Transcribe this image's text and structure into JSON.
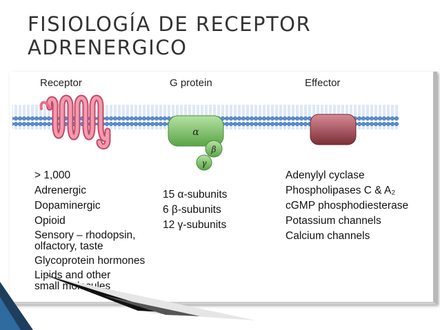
{
  "title": {
    "line1": "FISIOLOGÍA DE RECEPTOR",
    "line2": "ADRENERGICO"
  },
  "diagram": {
    "headers": {
      "receptor": "Receptor",
      "g_protein": "G protein",
      "effector": "Effector"
    },
    "g_protein_subunit_labels": {
      "alpha": "α",
      "beta": "β",
      "gamma": "γ"
    },
    "receptor_list": [
      "> 1,000",
      "Adrenergic",
      "Dopaminergic",
      "Opioid",
      "Sensory – rhodopsin, olfactory, taste",
      "Glycoprotein hormones",
      "Lipids and other small molecules"
    ],
    "g_protein_list": [
      "15 α-subunits",
      "6 β-subunits",
      "12 γ-subunits"
    ],
    "effector_list": [
      "Adenylyl cyclase",
      "Phospholipases C & A₂",
      "cGMP phosphodiesterase",
      "Potassium channels",
      "Calcium channels"
    ],
    "colors": {
      "membrane": "#5b8fd6",
      "receptor": "#e7708a",
      "g_protein": "#7ec36b",
      "effector": "#a34a55"
    }
  }
}
